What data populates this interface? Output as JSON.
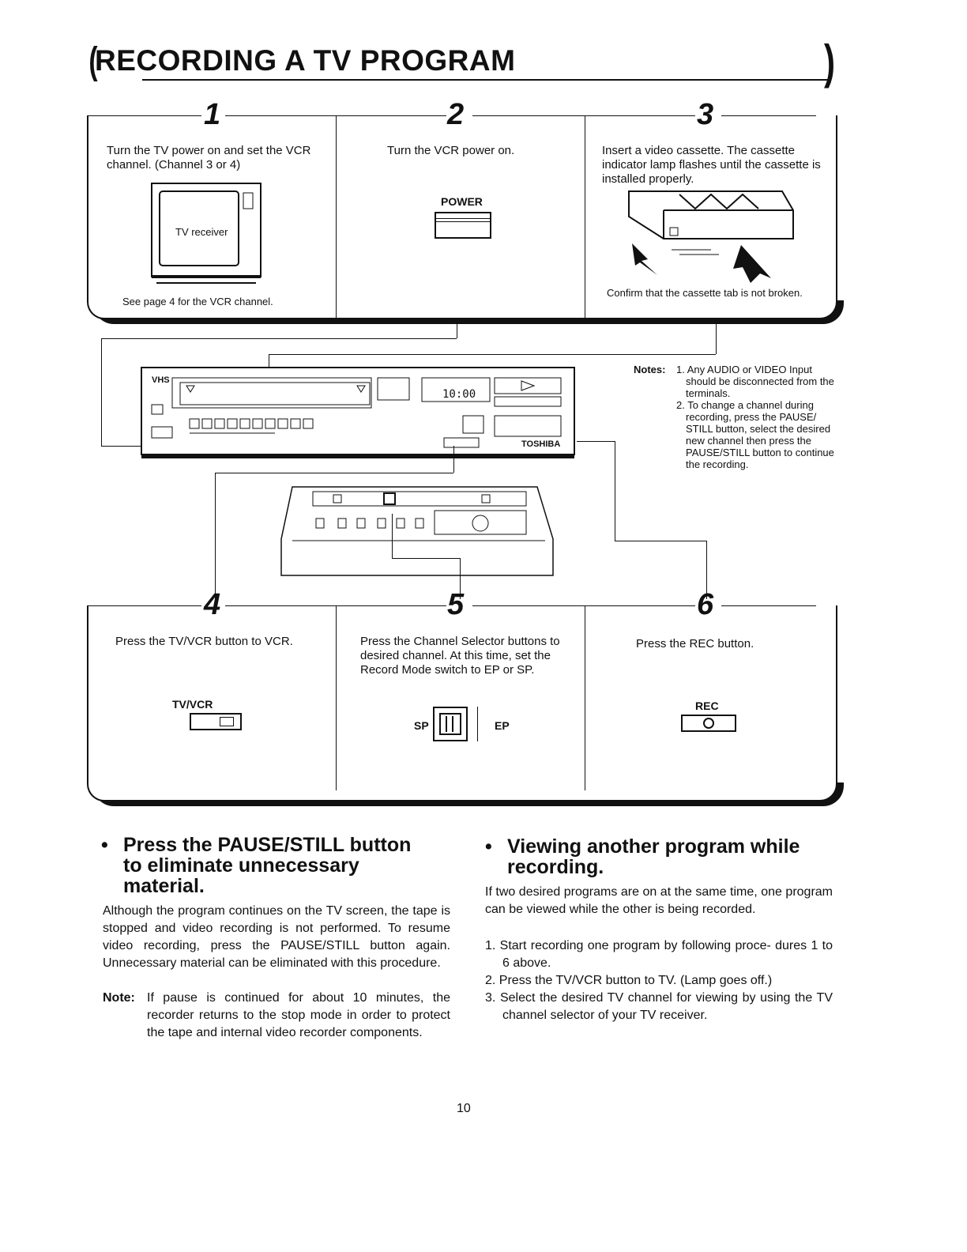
{
  "title": "RECORDING A TV PROGRAM",
  "steps": {
    "s1": {
      "num": "1",
      "text": "Turn the TV power on and set the VCR channel. (Channel 3 or 4)",
      "image_label": "TV receiver",
      "footnote": "See page 4 for the VCR channel."
    },
    "s2": {
      "num": "2",
      "text": "Turn the VCR power on.",
      "button_label": "POWER"
    },
    "s3": {
      "num": "3",
      "text": "Insert a video cassette. The cassette indicator lamp flashes until the cassette is installed properly.",
      "footnote": "Confirm that the cassette tab is not broken."
    },
    "s4": {
      "num": "4",
      "text": "Press the TV/VCR button to VCR.",
      "button_label": "TV/VCR"
    },
    "s5": {
      "num": "5",
      "text": "Press the Channel Selector buttons to desired channel. At this time, set the Record Mode switch to EP or SP.",
      "sp": "SP",
      "ep": "EP"
    },
    "s6": {
      "num": "6",
      "text": "Press the REC button.",
      "button_label": "REC"
    }
  },
  "notes": {
    "label": "Notes:",
    "items": [
      "1. Any AUDIO or VIDEO Input should be disconnected from the terminals.",
      "2. To change a channel during recording, press the PAUSE/ STILL button, select the desired new channel then press the PAUSE/STILL button to continue the recording."
    ]
  },
  "vcr": {
    "brand": "TOSHIBA",
    "logo": "VHS",
    "display": "10:00"
  },
  "section_left": {
    "heading_1": "Press the PAUSE/STILL button",
    "heading_2": "to eliminate unnecessary",
    "heading_3": "material.",
    "body": "Although the program continues on the TV screen, the tape is stopped and video recording is not performed. To resume video recording, press the PAUSE/STILL button again. Unnecessary material can be eliminated with this procedure.",
    "note_label": "Note:",
    "note_text": "If pause is continued for about 10 minutes, the recorder returns to the stop mode in order to protect the tape and internal video recorder components."
  },
  "section_right": {
    "heading_1": "Viewing another program while",
    "heading_2": "recording.",
    "body": "If two desired programs are on at the same time, one program can be viewed while the other is being recorded.",
    "list": [
      "1. Start recording one program by following proce- dures 1 to 6 above.",
      "2. Press the TV/VCR button to TV. (Lamp goes off.)",
      "3. Select the desired TV channel for viewing by using the TV channel selector of your TV receiver."
    ]
  },
  "page_number": "10"
}
